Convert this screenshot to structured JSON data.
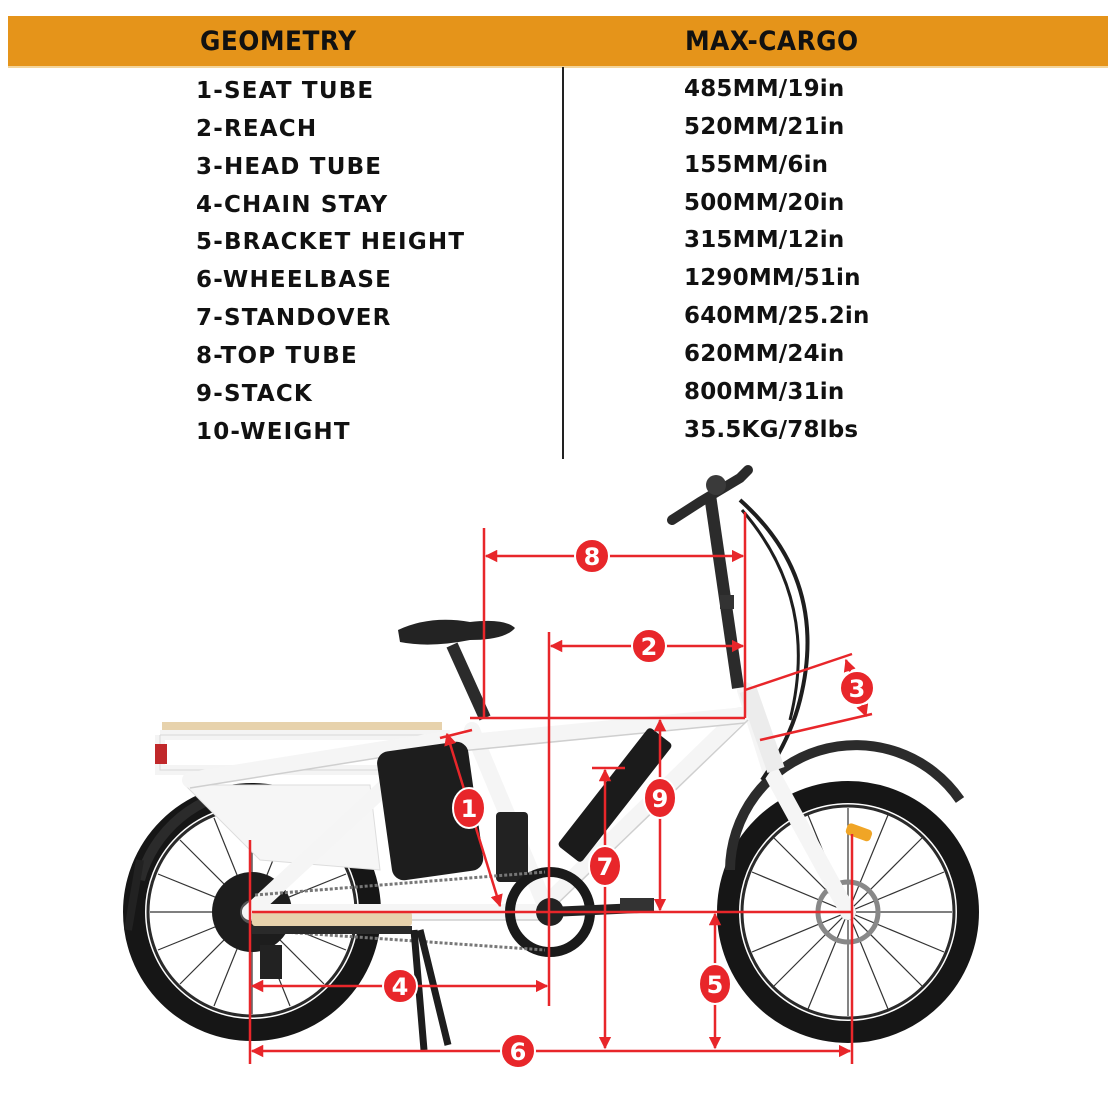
{
  "header": {
    "left_title": "GEOMETRY",
    "right_title": "MAX-CARGO",
    "color": "#e5941a"
  },
  "specs": [
    {
      "label": "1-SEAT TUBE",
      "value": "485MM/19in"
    },
    {
      "label": "2-REACH",
      "value": "520MM/21in"
    },
    {
      "label": "3-HEAD TUBE",
      "value": "155MM/6in"
    },
    {
      "label": "4-CHAIN STAY",
      "value": "500MM/20in"
    },
    {
      "label": "5-BRACKET HEIGHT",
      "value": "315MM/12in"
    },
    {
      "label": "6-WHEELBASE",
      "value": "1290MM/51in"
    },
    {
      "label": "7-STANDOVER",
      "value": "640MM/25.2in"
    },
    {
      "label": "8-TOP TUBE",
      "value": "620MM/24in"
    },
    {
      "label": "9-STACK",
      "value": "800MM/31in"
    },
    {
      "label": "10-WEIGHT",
      "value": "35.5KG/78lbs"
    }
  ],
  "diagram": {
    "subject": "white cargo e-bike side view",
    "marker_color": "#e8262a",
    "markers": [
      {
        "id": "1",
        "label": "1"
      },
      {
        "id": "2",
        "label": "2"
      },
      {
        "id": "3",
        "label": "3"
      },
      {
        "id": "4",
        "label": "4"
      },
      {
        "id": "5",
        "label": "5"
      },
      {
        "id": "6",
        "label": "6"
      },
      {
        "id": "7",
        "label": "7"
      },
      {
        "id": "8",
        "label": "8"
      },
      {
        "id": "9",
        "label": "9"
      }
    ]
  }
}
